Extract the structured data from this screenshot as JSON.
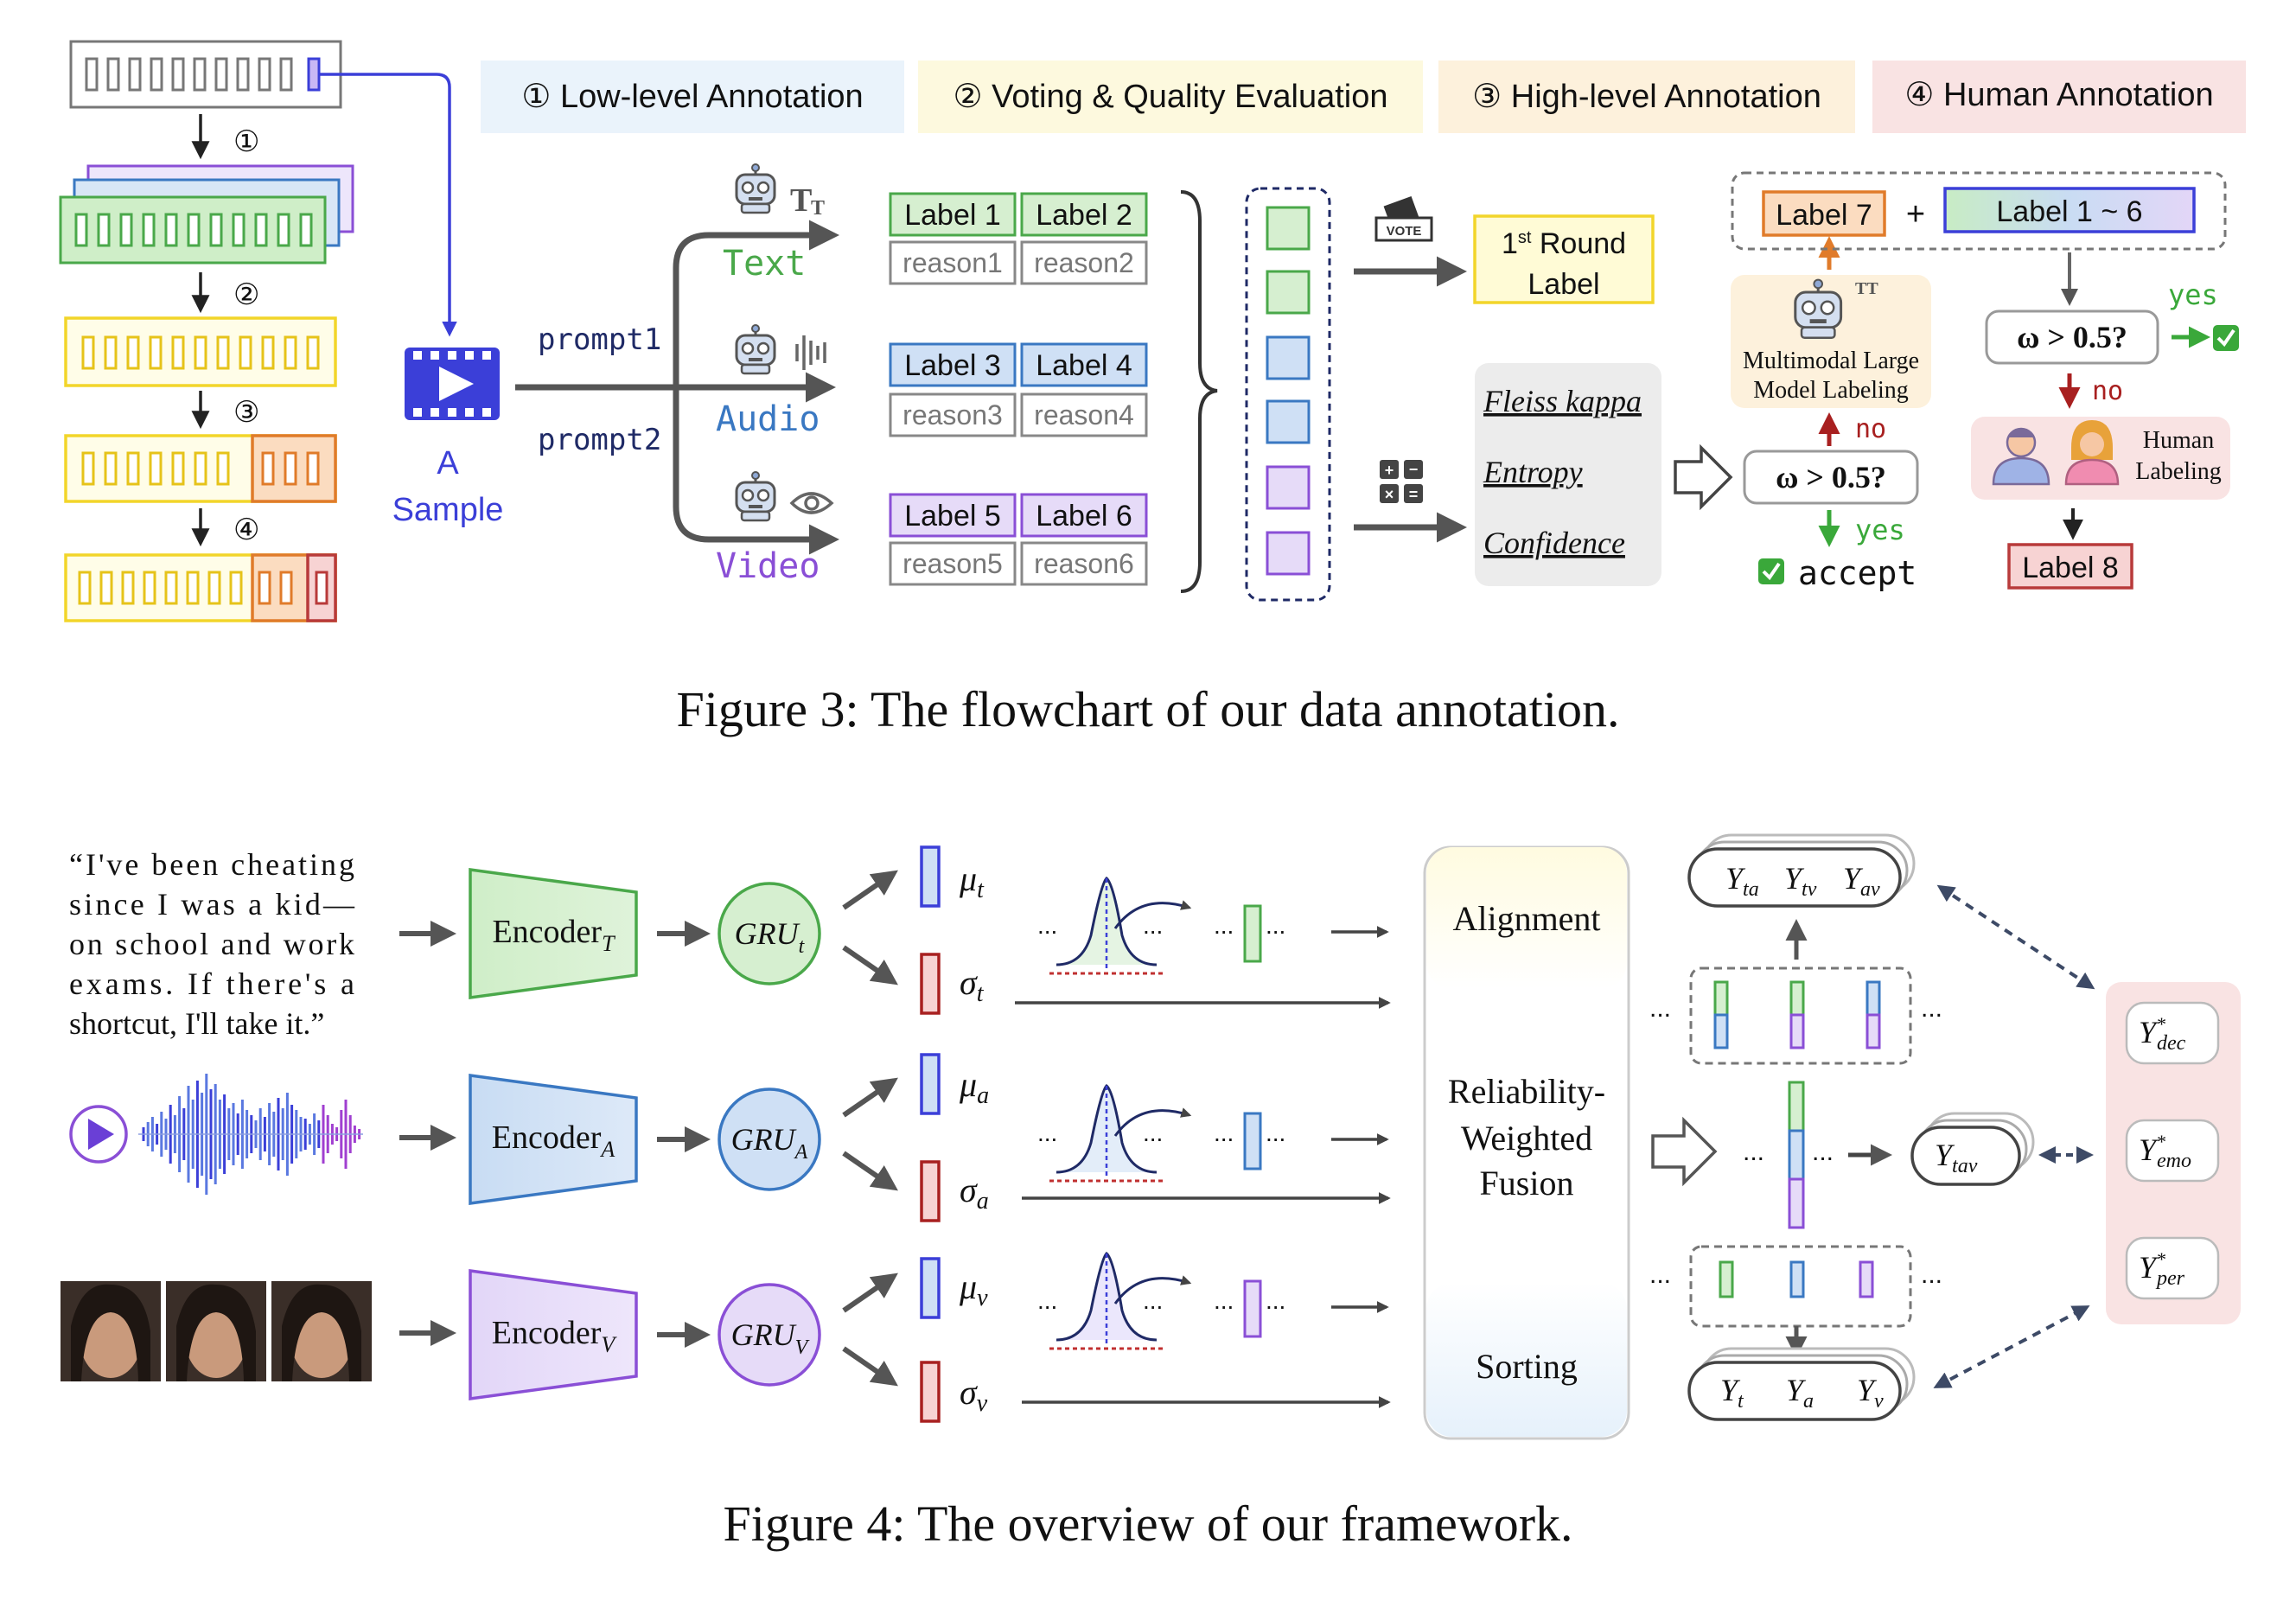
{
  "figure3": {
    "caption": "Figure 3: The flowchart of our data annotation.",
    "step_markers": [
      "①",
      "②",
      "③",
      "④"
    ],
    "stages": [
      {
        "label": "① Low-level Annotation",
        "color": "#eaf3fb"
      },
      {
        "label": "② Voting & Quality Evaluation",
        "color": "#fdf9de"
      },
      {
        "label": "③ High-level Annotation",
        "color": "#fdf1dc"
      },
      {
        "label": "④ Human Annotation",
        "color": "#f9e3e3"
      }
    ],
    "sample": {
      "line1": "A",
      "line2": "Sample"
    },
    "prompts": [
      "prompt1",
      "prompt2"
    ],
    "modalities": [
      {
        "name": "Text",
        "color": "#4aa84a",
        "icon": "text-icon"
      },
      {
        "name": "Audio",
        "color": "#3a78c2",
        "icon": "audio-wave-icon"
      },
      {
        "name": "Video",
        "color": "#8a4fd6",
        "icon": "eye-icon"
      }
    ],
    "labels": [
      [
        "Label 1",
        "Label 2"
      ],
      [
        "Label 3",
        "Label 4"
      ],
      [
        "Label 5",
        "Label 6"
      ]
    ],
    "reasons": [
      [
        "reason1",
        "reason2"
      ],
      [
        "reason3",
        "reason4"
      ],
      [
        "reason5",
        "reason6"
      ]
    ],
    "vote_text": "VOTE",
    "round_label": {
      "line1_prefix": "1",
      "line1_sup": "st",
      "line1_suffix": " Round",
      "line2": "Label"
    },
    "metrics": [
      "Fleiss kappa",
      "Entropy",
      "Confidence"
    ],
    "omega_check": "ω > 0.5?",
    "yes": "yes",
    "no": "no",
    "accept": "accept",
    "label7": "Label 7",
    "plus": "+",
    "label1_6": "Label 1 ~ 6",
    "mllm_text": [
      "Multimodal Large",
      "Model Labeling"
    ],
    "human_text": [
      "Human",
      "Labeling"
    ],
    "label8": "Label 8"
  },
  "figure4": {
    "caption": "Figure 4: The overview of our framework.",
    "quote": [
      "“I've been cheating",
      "since I was a kid—",
      "on school and work",
      "exams. If there's a",
      "shortcut, I'll take it.”"
    ],
    "encoders": [
      "Encoder",
      "Encoder",
      "Encoder"
    ],
    "encoder_subs": [
      "T",
      "A",
      "V"
    ],
    "grus": [
      "GRU",
      "GRU",
      "GRU"
    ],
    "mu_labels": [
      "μ",
      "μ",
      "μ"
    ],
    "sigma_labels": [
      "σ",
      "σ",
      "σ"
    ],
    "mu_subs": [
      "t",
      "a",
      "v"
    ],
    "ellipsis": "...",
    "fusion_blocks": [
      "Alignment",
      "Reliability-",
      "Weighted",
      "Fusion",
      "Sorting"
    ],
    "pair_outputs": [
      {
        "sym": "Y",
        "sub": "ta"
      },
      {
        "sym": "Y",
        "sub": "tv"
      },
      {
        "sym": "Y",
        "sub": "av"
      }
    ],
    "uni_outputs": [
      {
        "sym": "Y",
        "sub": "t"
      },
      {
        "sym": "Y",
        "sub": "a"
      },
      {
        "sym": "Y",
        "sub": "v"
      }
    ],
    "tri_output": {
      "sym": "Y",
      "sub": "tav"
    },
    "targets": [
      {
        "sym": "Y",
        "sup": "*",
        "sub": "dec"
      },
      {
        "sym": "Y",
        "sup": "*",
        "sub": "emo"
      },
      {
        "sym": "Y",
        "sup": "*",
        "sub": "per"
      }
    ]
  },
  "colors": {
    "green": "#4aa84a",
    "green_fill": "#d6efd0",
    "blue": "#3a78c2",
    "blue_fill": "#cfe0f5",
    "purple": "#8a4fd6",
    "purple_fill": "#e6dbf8",
    "yellow": "#f2d52a",
    "yellow_fill": "#fffbd6",
    "orange": "#e07b2a",
    "orange_fill": "#fbdcc0",
    "red": "#b83a3a",
    "indigo": "#3b3fd8"
  }
}
